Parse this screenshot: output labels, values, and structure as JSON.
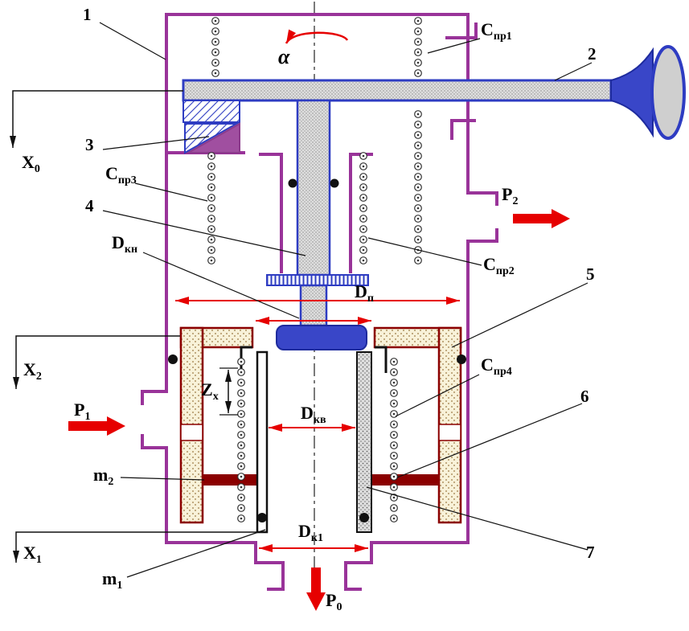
{
  "figure": {
    "kind": "pneumatic pressure regulator cross-section schematic"
  },
  "callouts": {
    "n1": "1",
    "n2": "2",
    "n3": "3",
    "n4": "4",
    "n5": "5",
    "n6": "6",
    "n7": "7"
  },
  "labels": {
    "c_pr1": {
      "main": "C",
      "sub": "пр1"
    },
    "c_pr2": {
      "main": "C",
      "sub": "пр2"
    },
    "c_pr3": {
      "main": "C",
      "sub": "пр3"
    },
    "c_pr4": {
      "main": "C",
      "sub": "пр4"
    },
    "d_kn": {
      "main": "D",
      "sub": "кн"
    },
    "d_p": {
      "main": "D",
      "sub": "п"
    },
    "d_kv": {
      "main": "D",
      "sub": "кв"
    },
    "d_k1": {
      "main": "D",
      "sub": "к1"
    },
    "p_0": {
      "main": "P",
      "sub": "0"
    },
    "p_1": {
      "main": "P",
      "sub": "1"
    },
    "p_2": {
      "main": "P",
      "sub": "2"
    },
    "x_0": {
      "main": "X",
      "sub": "0"
    },
    "x_1": {
      "main": "X",
      "sub": "1"
    },
    "x_2": {
      "main": "X",
      "sub": "2"
    },
    "m_1": {
      "main": "m",
      "sub": "1"
    },
    "m_2": {
      "main": "m",
      "sub": "2"
    },
    "z_x": {
      "main": "Z",
      "sub": "x"
    },
    "alpha": {
      "main": "α"
    }
  },
  "colors": {
    "housing": "#993399",
    "actuator_blue": "#2E3CC2",
    "flow_red": "#E60000",
    "seal_dark_red": "#8B0000",
    "piston_cream": "#F8F2D9",
    "metal_gray": "#DCDCDC"
  }
}
